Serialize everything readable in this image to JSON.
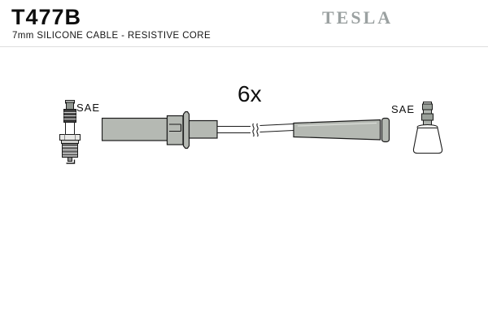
{
  "header": {
    "part_number": "T477B",
    "subtitle": "7mm SILICONE CABLE - RESISTIVE CORE",
    "brand": "TESLA",
    "brand_color": "#9ba1a1"
  },
  "diagram": {
    "quantity_label": "6x",
    "left_connector": {
      "standard_label": "SAE"
    },
    "right_connector": {
      "standard_label": "SAE"
    },
    "icons": [
      "spark-plug-icon",
      "ignition-cable-icon",
      "plug-boot-icon"
    ],
    "colors": {
      "connector_gray": "#b5b9b3",
      "outline": "#1b1b1b",
      "insulator_white": "#ffffff"
    }
  }
}
